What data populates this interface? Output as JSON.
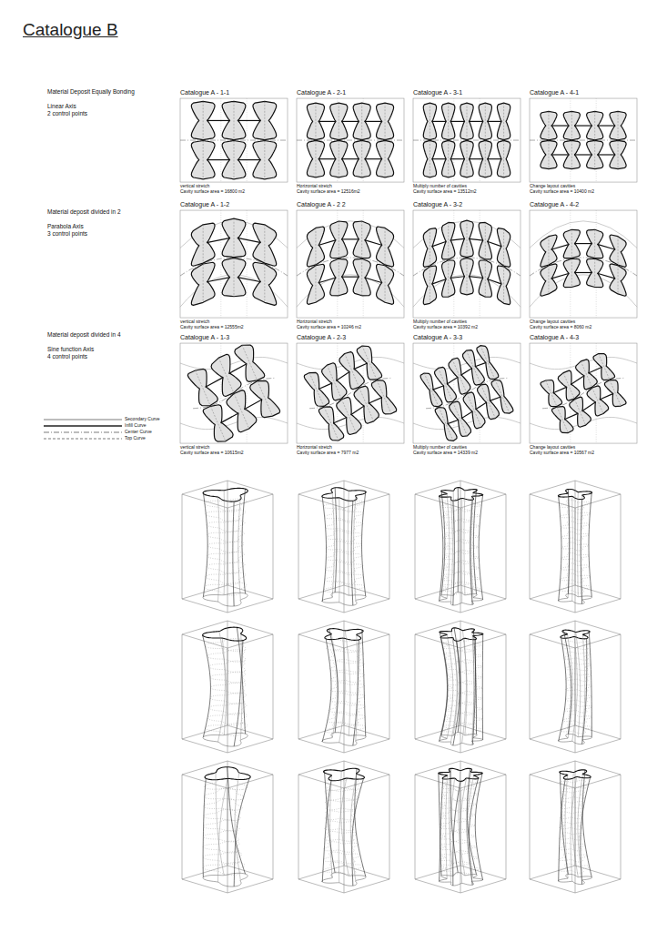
{
  "diagram": {
    "title": "Catalogue B",
    "nodes": [
      {
        "text": [
          "Catalogue A - 1-1",
          "vertical stretch",
          "Cavity surface area = 16800 m2"
        ]
      },
      {
        "text": [
          "Catalogue A - 2-1",
          "Horizontal stretch",
          "Cavity surface area = 12516m2"
        ]
      },
      {
        "text": [
          "Catalogue A - 3-1",
          "Multiply number of cavities",
          "Cavity surface area = 13512m2"
        ]
      },
      {
        "text": [
          "Catalogue A - 4-1",
          "Change layout cavities",
          "Cavity surface area = 10400 m2"
        ]
      },
      {
        "text": [
          "Catalogue A - 1-2",
          "vertical stretch",
          "Cavity surface area = 12555m2"
        ]
      },
      {
        "text": [
          "Catalogue A - 2 2",
          "Horizontal stretch",
          "Cavity surface area = 10246 m2"
        ]
      },
      {
        "text": [
          "Catalogue A - 3-2",
          "Multiply number of cavities",
          "Cavity surface area = 10392 m2"
        ]
      },
      {
        "text": [
          "Catalogue A - 4-2",
          "Change layout cavities",
          "Cavity surface area = 8060 m2"
        ]
      },
      {
        "text": [
          "Catalogue A - 1-3",
          "vertical stretch",
          "Cavity surface area = 10615m2"
        ]
      },
      {
        "text": [
          "Catalogue A - 2-3",
          "Horizontal stretch",
          "Cavity surface area = 7977 m2"
        ]
      },
      {
        "text": [
          "Catalogue A - 3-3",
          "Multiply number of cavities",
          "Cavity surface area = 14339 m2"
        ]
      },
      {
        "text": [
          "Catalogue A - 4-3",
          "Change layout cavities",
          "Cavity surface area = 10567 m2"
        ]
      }
    ],
    "labels": [
      "Material Deposit Equally Bonding",
      "Linear Axis",
      "2 control points",
      "Material deposit divided in 2",
      "Parabola Axis",
      "3 control points",
      "Material deposit divided in 4",
      "Sine function Axis",
      "4 control points"
    ],
    "legend": [
      {
        "text": "Secondary Curve"
      },
      {
        "text": "Infill Curve"
      },
      {
        "text": "Center Curve"
      },
      {
        "text": "Top Curve"
      }
    ]
  }
}
